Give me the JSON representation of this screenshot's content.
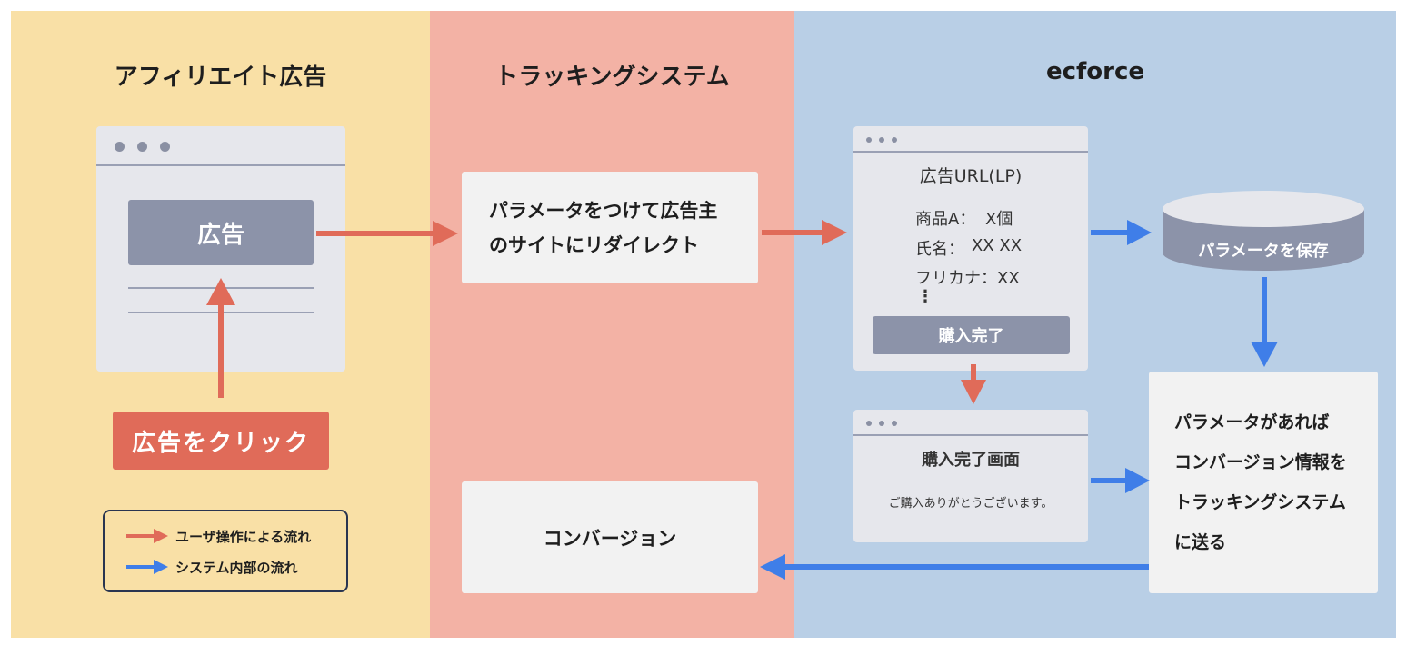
{
  "columns": {
    "affiliate": {
      "title": "アフィリエイト広告"
    },
    "tracking": {
      "title": "トラッキングシステム"
    },
    "ecforce": {
      "title": "ecforce"
    }
  },
  "ad_browser": {
    "ad_label": "広告"
  },
  "click_button": {
    "label": "広告をクリック"
  },
  "legend": {
    "user_flow": "ユーザ操作による流れ",
    "system_flow": "システム内部の流れ"
  },
  "tracking": {
    "redirect_line1": "パラメータをつけて広告主",
    "redirect_line2": "のサイトにリダイレクト",
    "conversion": "コンバージョン"
  },
  "lp_browser": {
    "title": "広告URL(LP)",
    "product": "商品A：",
    "product_qty": "X個",
    "name": "氏名：",
    "name_value": "XX XX",
    "kana": "フリカナ：XX",
    "ellipsis": "⋮",
    "purchase_button": "購入完了"
  },
  "complete_browser": {
    "title": "購入完了画面",
    "message": "ご購入ありがとうございます。"
  },
  "database": {
    "label": "パラメータを保存"
  },
  "send_box": {
    "line1": "パラメータがあれば",
    "line2": "コンバージョン情報を",
    "line3": "トラッキングシステム",
    "line4": "に送る"
  },
  "colors": {
    "affiliate_bg": "#f9e0a6",
    "tracking_bg": "#f3b2a5",
    "ecforce_bg": "#b9cfe6",
    "user_arrow": "#e06b59",
    "system_arrow": "#3f7ee8",
    "gray_button": "#8c93a9"
  }
}
